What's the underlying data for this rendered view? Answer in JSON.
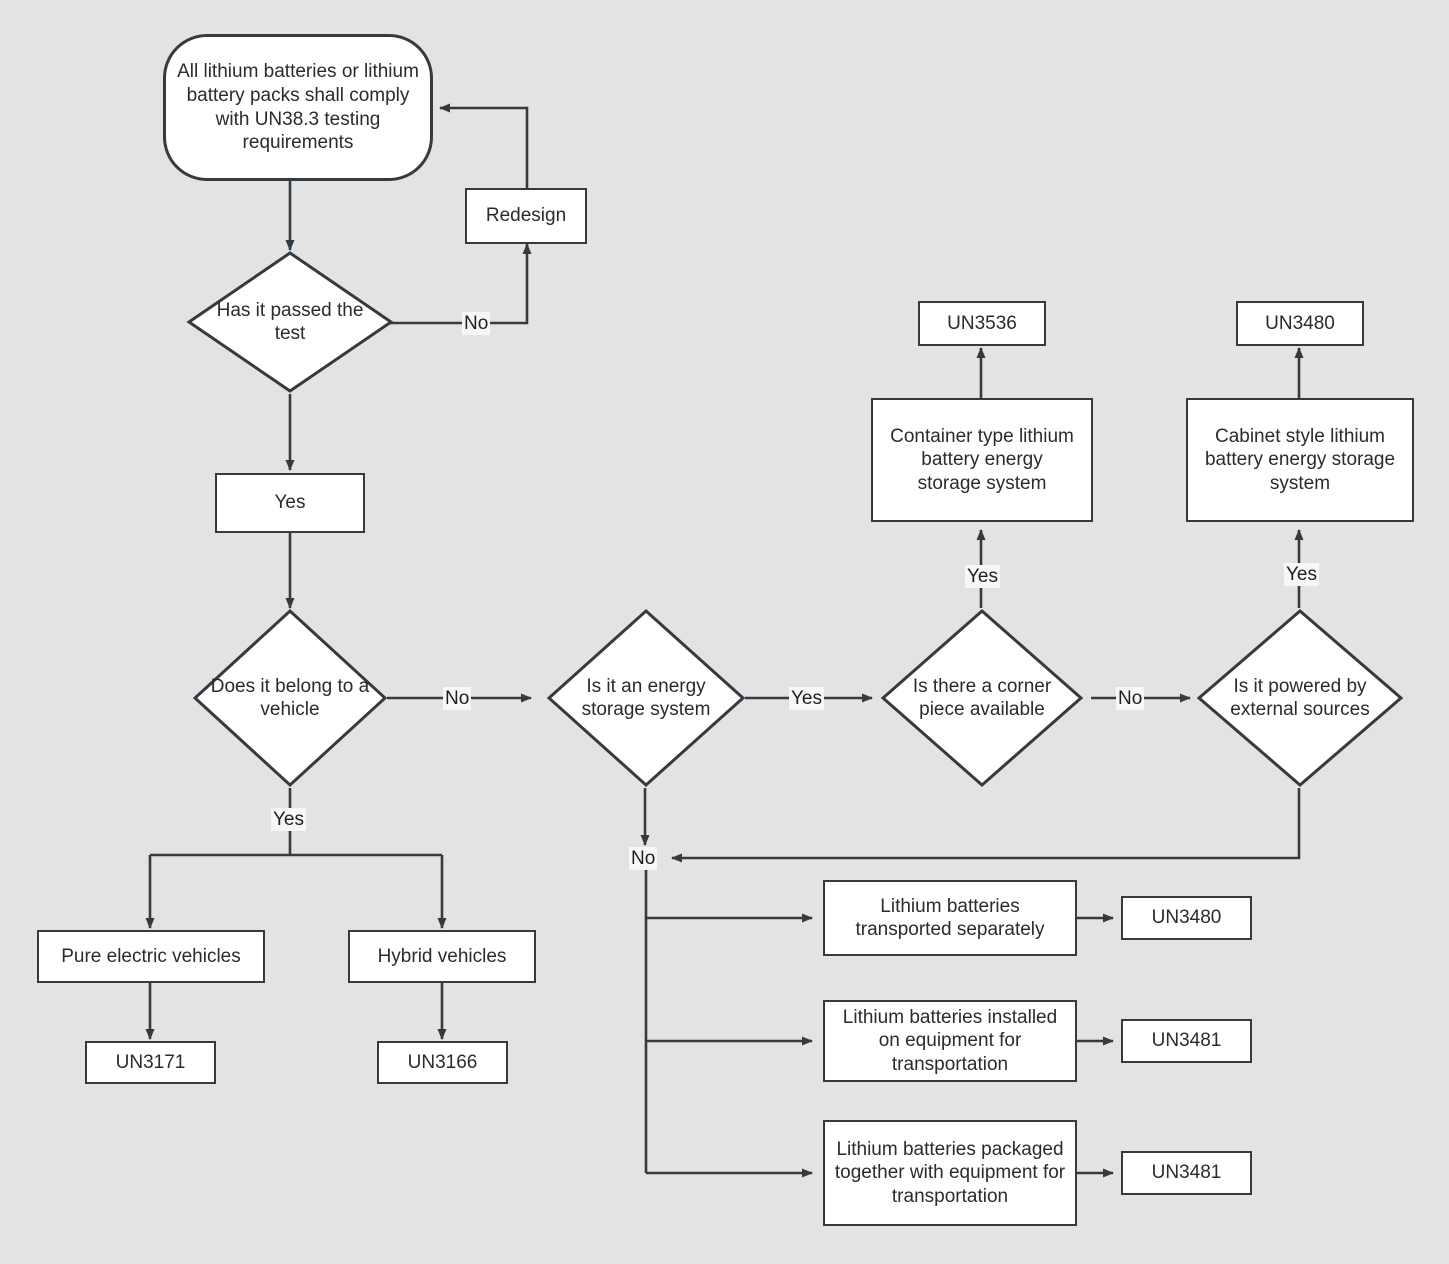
{
  "diagram": {
    "title": "Lithium battery UN classification flowchart",
    "background_color": "#e3e3e3",
    "node_fill": "#ffffff",
    "node_stroke": "#333a40",
    "text_color": "#2b2b2b",
    "label_fill": "#f7f7f7"
  },
  "nodes": {
    "start": "All lithium batteries or lithium battery packs shall comply with UN38.3 testing requirements",
    "redesign": "Redesign",
    "has_passed_test": "Has it passed the test",
    "yes_box": "Yes",
    "belongs_to_vehicle": "Does it belong to a vehicle",
    "pure_electric_vehicles": "Pure electric vehicles",
    "hybrid_vehicles": "Hybrid vehicles",
    "un3171": "UN3171",
    "un3166": "UN3166",
    "energy_storage_system": "Is it an energy storage system",
    "corner_piece": "Is there a corner piece available",
    "powered_external": "Is it powered by external sources",
    "container_type_ess": "Container type lithium battery energy storage system",
    "cabinet_style_ess": "Cabinet style lithium battery energy storage system",
    "un3536": "UN3536",
    "un3480_cabinet": "UN3480",
    "batteries_separate": "Lithium batteries transported separately",
    "batteries_installed": "Lithium  batteries installed on equipment for transportation",
    "batteries_packaged": "Lithium batteries packaged together with equipment for transportation",
    "un3480_separate": "UN3480",
    "un3481_installed": "UN3481",
    "un3481_packaged": "UN3481"
  },
  "edge_labels": {
    "test_no": "No",
    "vehicle_no": "No",
    "vehicle_yes": "Yes",
    "ess_yes": "Yes",
    "ess_no": "No",
    "corner_yes": "Yes",
    "corner_no": "No",
    "powered_yes": "Yes"
  }
}
